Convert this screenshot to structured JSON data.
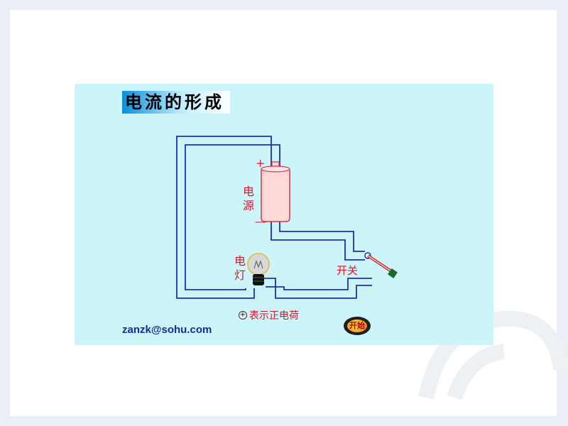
{
  "title": "电流的形成",
  "labels": {
    "plus": "+",
    "minus": "—",
    "power_source": [
      "电",
      "源"
    ],
    "lamp": [
      "电",
      "灯"
    ],
    "switch": "开关"
  },
  "legend": {
    "icon_symbol": "+",
    "text": "表示正电荷"
  },
  "email": "zanzk@sohu.com",
  "start_button": {
    "label": "开始"
  },
  "colors": {
    "panel_background": "#ccf5f9",
    "wire": "#1c2fb8",
    "label_red": "#e8102a",
    "battery_outline": "#e03040",
    "battery_fill": "#ffd8d8",
    "email_blue": "#1a2a9a"
  },
  "icons": {
    "battery": "battery-icon",
    "bulb": "light-bulb-icon",
    "switch": "knife-switch-icon",
    "positive_charge": "positive-charge-icon"
  }
}
